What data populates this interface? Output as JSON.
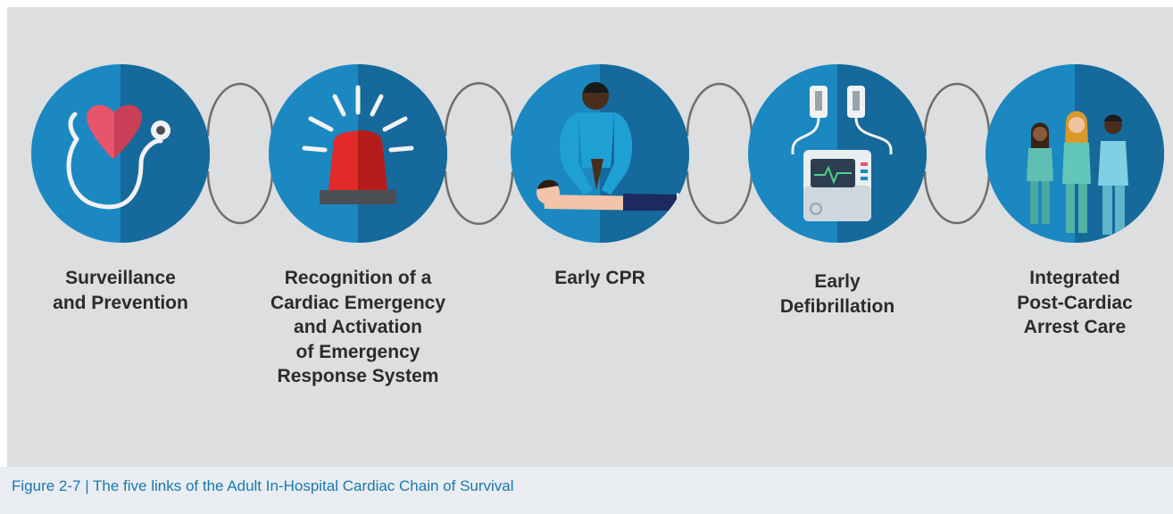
{
  "figure": {
    "caption": "Figure 2-7 | The five links of the Adult In-Hospital Cardiac Chain of Survival"
  },
  "links": [
    {
      "label": "Surveillance\nand Prevention",
      "icon": "heart-stethoscope-icon"
    },
    {
      "label": "Recognition of a\nCardiac Emergency\nand Activation\nof Emergency\nResponse System",
      "icon": "emergency-beacon-icon"
    },
    {
      "label": "Early CPR",
      "icon": "cpr-icon"
    },
    {
      "label": "Early\nDefibrillation",
      "icon": "defibrillator-icon"
    },
    {
      "label": "Integrated\nPost-Cardiac\nArrest Care",
      "icon": "care-team-icon"
    }
  ],
  "colors": {
    "background": "#dcdedf",
    "circle_light": "#1b88c2",
    "circle_dark": "#15699b",
    "connector": "#6e6e6e",
    "label_text": "#2b2b2b",
    "caption_text": "#1a78b0",
    "caption_background": "#e9edf1",
    "heart": "#e8546c",
    "beacon_red": "#e32a2a"
  }
}
